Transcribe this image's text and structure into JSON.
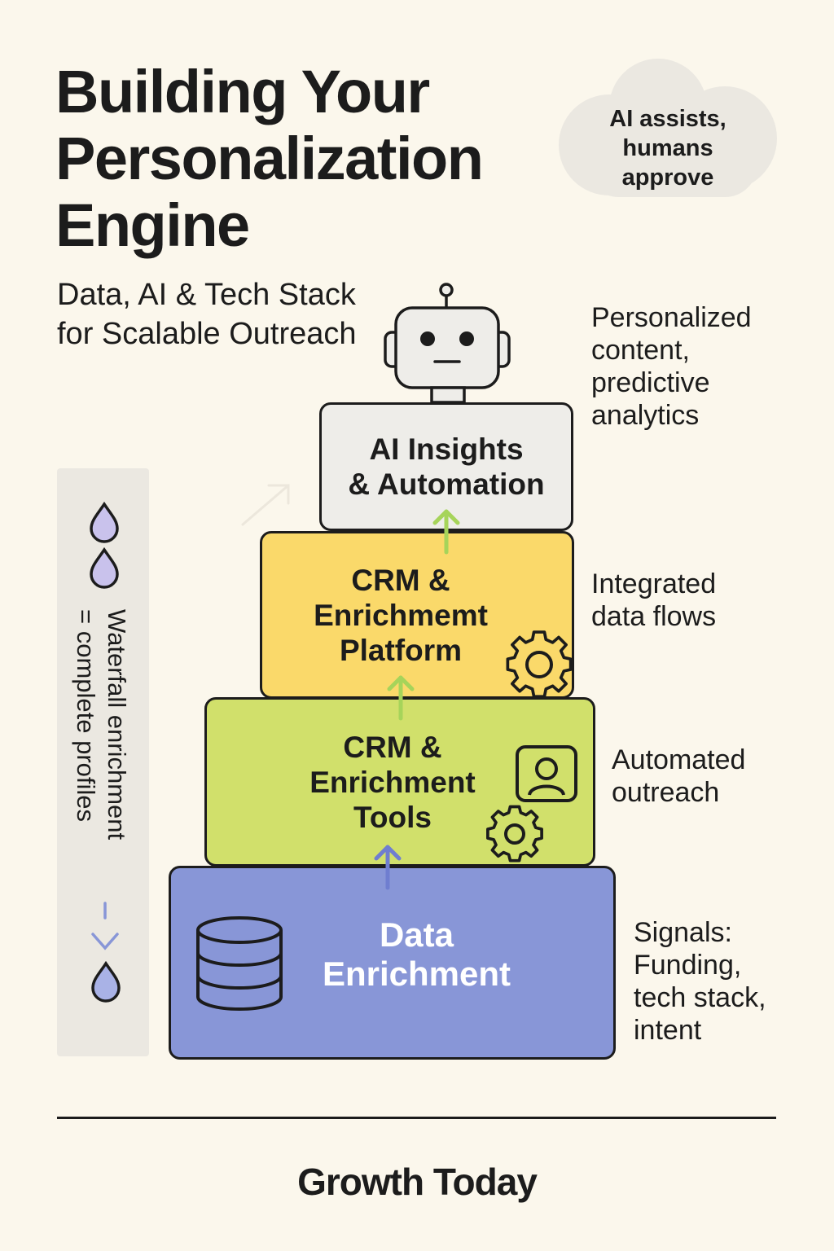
{
  "header": {
    "title_lines": [
      "Building Your",
      "Personalization",
      "Engine"
    ],
    "subtitle_lines": [
      "Data, AI & Tech Stack",
      "for Scalable Outreach"
    ]
  },
  "callout": {
    "lines": [
      "AI assists,",
      "humans",
      "approve"
    ]
  },
  "sidebar": {
    "label_lines": [
      "Waterfall enrichment",
      "= complete profiles"
    ],
    "icons": [
      "droplet-icon",
      "droplet-icon",
      "down-arrow-icon",
      "droplet-icon"
    ]
  },
  "layers": {
    "ai": {
      "lines": [
        "AI Insights",
        "& Automation"
      ],
      "side_lines": [
        "Personalized",
        "content,",
        "predictive",
        "analytics"
      ],
      "color": "#eeede9",
      "icon": "robot-icon"
    },
    "platform": {
      "lines": [
        "CRM &",
        "Enrichmemt",
        "Platform"
      ],
      "side_lines": [
        "Integrated",
        "data flows"
      ],
      "color": "#fad96a",
      "icon": "gear-icon"
    },
    "tools": {
      "lines": [
        "CRM &",
        "Enrichment",
        "Tools"
      ],
      "side_lines": [
        "Automated",
        "outreach"
      ],
      "color": "#d1e06b",
      "icons": [
        "user-profile-icon",
        "gear-icon"
      ]
    },
    "data": {
      "lines": [
        "Data",
        "Enrichment"
      ],
      "side_lines": [
        "Signals:",
        "Funding,",
        "tech stack,",
        "intent"
      ],
      "color": "#8896d7",
      "icon": "database-icon"
    }
  },
  "footer": {
    "brand": "Growth Today"
  }
}
